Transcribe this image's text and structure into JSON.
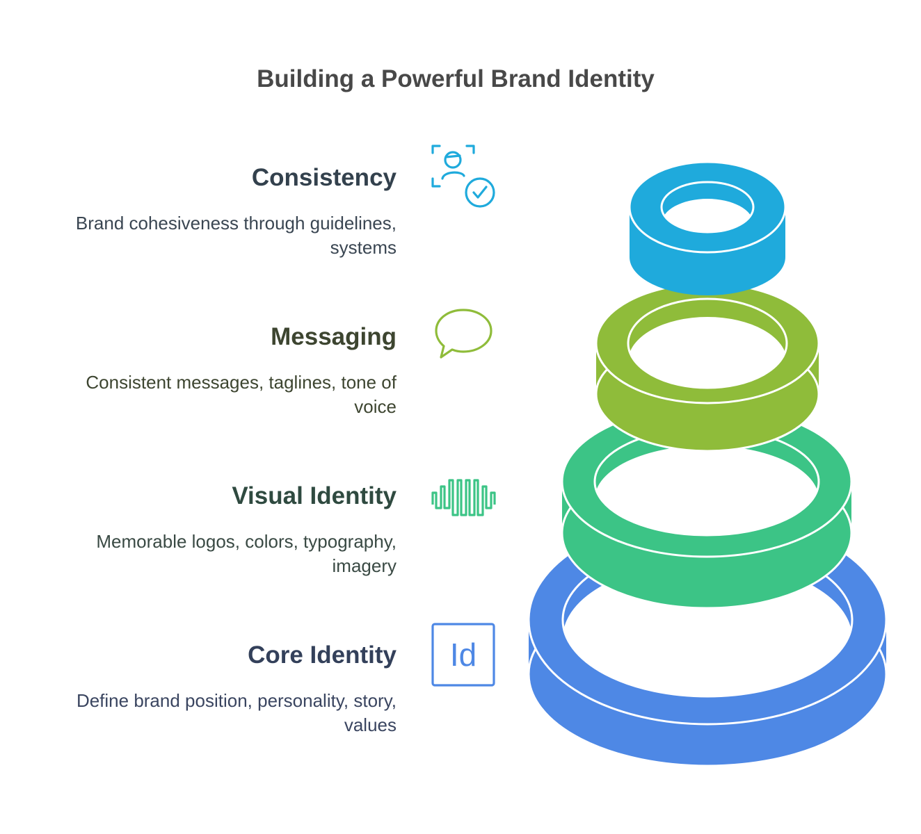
{
  "title": "Building a Powerful Brand Identity",
  "items": [
    {
      "heading": "Consistency",
      "desc_line1": "Brand cohesiveness through guidelines,",
      "desc_line2": "systems",
      "color": "#1FAADC",
      "heading_color": "#33414D",
      "text_color": "#3A4652",
      "icon": "person-check-icon"
    },
    {
      "heading": "Messaging",
      "desc_line1": "Consistent messages, taglines, tone of",
      "desc_line2": "voice",
      "color": "#8FBC3A",
      "heading_color": "#3D4530",
      "text_color": "#3D4530",
      "icon": "speech-bubble-icon"
    },
    {
      "heading": "Visual Identity",
      "desc_line1": "Memorable logos, colors, typography,",
      "desc_line2": "imagery",
      "color": "#3CC486",
      "heading_color": "#2F4A40",
      "text_color": "#3A4A44",
      "icon": "waveform-icon"
    },
    {
      "heading": "Core Identity",
      "desc_line1": "Define brand position, personality, story,",
      "desc_line2": "values",
      "color": "#4E88E5",
      "heading_color": "#33405A",
      "text_color": "#3A4560",
      "icon": "id-badge-icon"
    }
  ],
  "icon_text": {
    "id": "Id"
  },
  "colors": {
    "blue_dark": "#1B8FBE",
    "green_dark": "#7AA12E",
    "teal_dark": "#30A970",
    "navy_dark": "#3F74CD"
  }
}
